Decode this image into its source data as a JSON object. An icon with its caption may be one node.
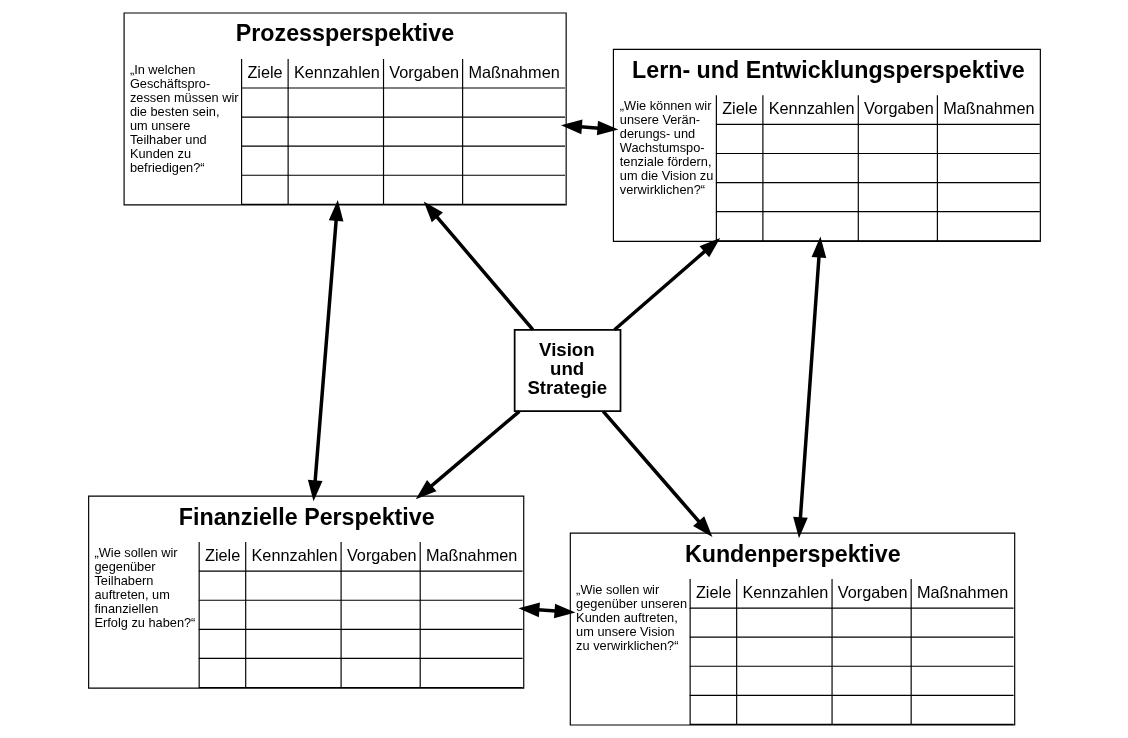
{
  "diagram": {
    "nodes": [
      {
        "text": [
          "Finanzielle Perspektive",
          "„Wie sollen wir gegenüber Teilhabern auftreten, um finanziellen Erfolg zu haben?“",
          "Ziele",
          "Kennzahlen",
          "Vorgaben",
          "Maßnahmen"
        ]
      },
      {
        "text": [
          "Kundenperspektive",
          "„Wie sollen wir gegenüber unseren Kunden auftreten, um unsere Vision zu verwirklichen?“",
          "Ziele",
          "Kennzahlen",
          "Vorgaben",
          "Maßnahmen"
        ]
      },
      {
        "text": [
          "Vision und Strategie"
        ]
      },
      {
        "text": [
          "Prozessperspektive",
          "„In welchen Geschäftspro- zessen müssen wir die besten sein, um unsere Teilhaber und Kunden zu befriedigen?“",
          "Ziele",
          "Kennzahlen",
          "Vorgaben",
          "Maßnahmen"
        ]
      },
      {
        "text": [
          "Lern- und Entwicklungsperspektive",
          "„Wie können wir unsere Verän- derungs- und Wachstumspo- tenziale fördern, um die Vision zu verwirklichen?“",
          "Ziele",
          "Kennzahlen",
          "Vorgaben",
          "Maßnahmen"
        ]
      }
    ],
    "edges": [
      {
        "from": 2,
        "to": 0,
        "arrow": "to"
      },
      {
        "from": 2,
        "to": 1,
        "arrow": "to"
      },
      {
        "from": 2,
        "to": 3,
        "arrow": "to"
      },
      {
        "from": 2,
        "to": 4,
        "arrow": "to"
      },
      {
        "from": 0,
        "to": 1,
        "arrow": "both"
      },
      {
        "from": 0,
        "to": 3,
        "arrow": "both"
      },
      {
        "from": 1,
        "to": 4,
        "arrow": "both"
      },
      {
        "from": 3,
        "to": 4,
        "arrow": "both"
      }
    ]
  }
}
